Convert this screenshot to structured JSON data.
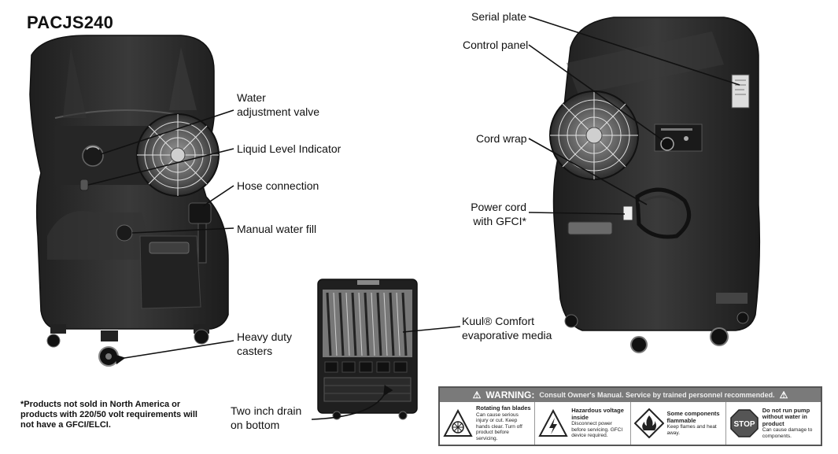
{
  "title": "PACJS240",
  "labels": {
    "water_valve_1": "Water",
    "water_valve_2": "adjustment valve",
    "liquid_level": "Liquid Level Indicator",
    "hose": "Hose connection",
    "manual_fill": "Manual water fill",
    "casters_1": "Heavy duty",
    "casters_2": "casters",
    "serial_plate": "Serial plate",
    "control_panel": "Control panel",
    "cord_wrap": "Cord wrap",
    "power_cord_1": "Power cord",
    "power_cord_2": "with GFCI*",
    "kuul_1": "Kuul® Comfort",
    "kuul_2": "evaporative media",
    "drain_1": "Two inch drain",
    "drain_2": "on bottom"
  },
  "footnote": "*Products not sold in North America or\nproducts with 220/50 volt requirements will\nnot have a GFCI/ELCI.",
  "warning": {
    "heading": "WARNING:",
    "subheading": "Consult Owner's Manual. Service by trained personnel recommended.",
    "panels": [
      {
        "title": "Rotating fan blades",
        "body": "Can cause serious injury or cut. Keep hands clear. Turn off product before servicing."
      },
      {
        "title": "Hazardous voltage inside",
        "body": "Disconnect power before servicing. GFCI device required."
      },
      {
        "title": "Some components flammable",
        "body": "Keep flames and heat away."
      },
      {
        "title": "Do not run pump without water in product",
        "body": "Can cause damage to components."
      }
    ],
    "stop_sign": "STOP"
  },
  "colors": {
    "unit_body": "#2b2b2b",
    "unit_dark": "#151515",
    "unit_light": "#4a4a4a",
    "warning_bar": "#7a7a7a"
  }
}
